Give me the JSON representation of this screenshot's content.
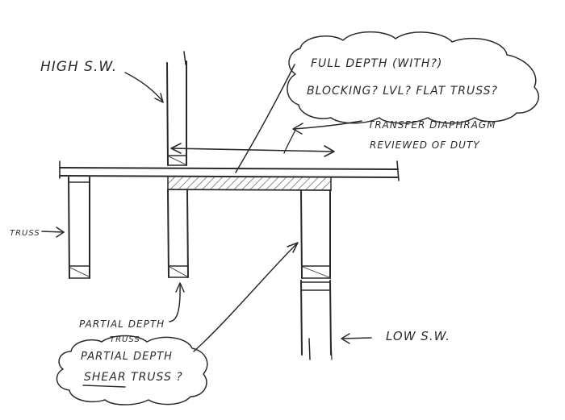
{
  "labels": {
    "high_sw": "HIGH S.W.",
    "callout_line1": "FULL DEPTH (WITH?)",
    "callout_line2": "BLOCKING? LVL? FLAT TRUSS?",
    "transfer_line1": "TRANSFER DIAPHRAGM",
    "transfer_line2": "REVIEWED OF DUTY",
    "truss": "TRUSS",
    "partial_depth_line1": "PARTIAL DEPTH",
    "partial_depth_line2": "TRUSS",
    "bubble_line1": "PARTIAL DEPTH",
    "bubble_line2_word": "SHEAR",
    "bubble_line2_rest": " TRUSS ?",
    "low_sw": "LOW S.W."
  }
}
